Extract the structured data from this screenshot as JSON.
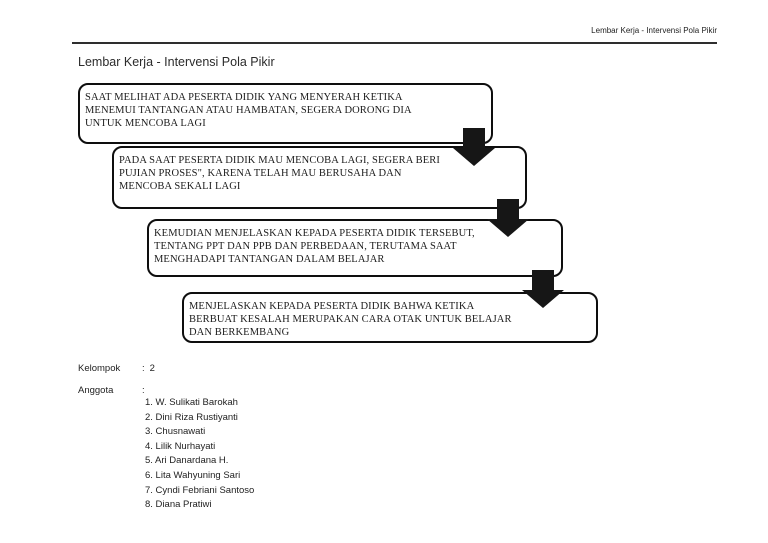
{
  "header": {
    "running_title": "Lembar Kerja - Intervensi Pola Pikir"
  },
  "title": "Lembar Kerja - Intervensi Pola Pikir",
  "flowchart": {
    "steps": [
      {
        "lines": [
          "SAAT MELIHAT ADA PESERTA DIDIK YANG MENYERAH KETIKA",
          "MENEMUI TANTANGAN ATAU HAMBATAN, SEGERA DORONG DIA",
          "UNTUK MENCOBA LAGI"
        ]
      },
      {
        "lines": [
          "PADA SAAT PESERTA DIDIK MAU MENCOBA LAGI, SEGERA BERI",
          "PUJIAN PROSES\", KARENA TELAH MAU BERUSAHA DAN",
          "MENCOBA SEKALI LAGI"
        ]
      },
      {
        "lines": [
          "KEMUDIAN MENJELASKAN KEPADA PESERTA DIDIK TERSEBUT,",
          "TENTANG PPT DAN PPB DAN PERBEDAAN, TERUTAMA SAAT",
          "MENGHADAPI TANTANGAN DALAM BELAJAR"
        ]
      },
      {
        "lines": [
          "MENJELASKAN KEPADA PESERTA DIDIK BAHWA KETIKA",
          "BERBUAT KESALAH MERUPAKAN CARA OTAK UNTUK BELAJAR",
          "DAN BERKEMBANG"
        ]
      }
    ],
    "arrow_icon": "down-arrow"
  },
  "group": {
    "label": "Kelompok",
    "colon": ":",
    "value": "2"
  },
  "members": {
    "label": "Anggota",
    "colon": ":",
    "items": [
      "1. W. Sulikati Barokah",
      "2. Dini Riza Rustiyanti",
      "3. Chusnawati",
      "4. Lilik Nurhayati",
      "5. Ari Danardana H.",
      "6. Lita Wahyuning Sari",
      "7. Cyndi Febriani Santoso",
      "8. Diana Pratiwi"
    ]
  },
  "colors": {
    "background": "#ffffff",
    "box_border": "#0e0e0e",
    "arrow": "#161616",
    "rule": "#2e2e2e",
    "text": "#1c1c1c"
  }
}
